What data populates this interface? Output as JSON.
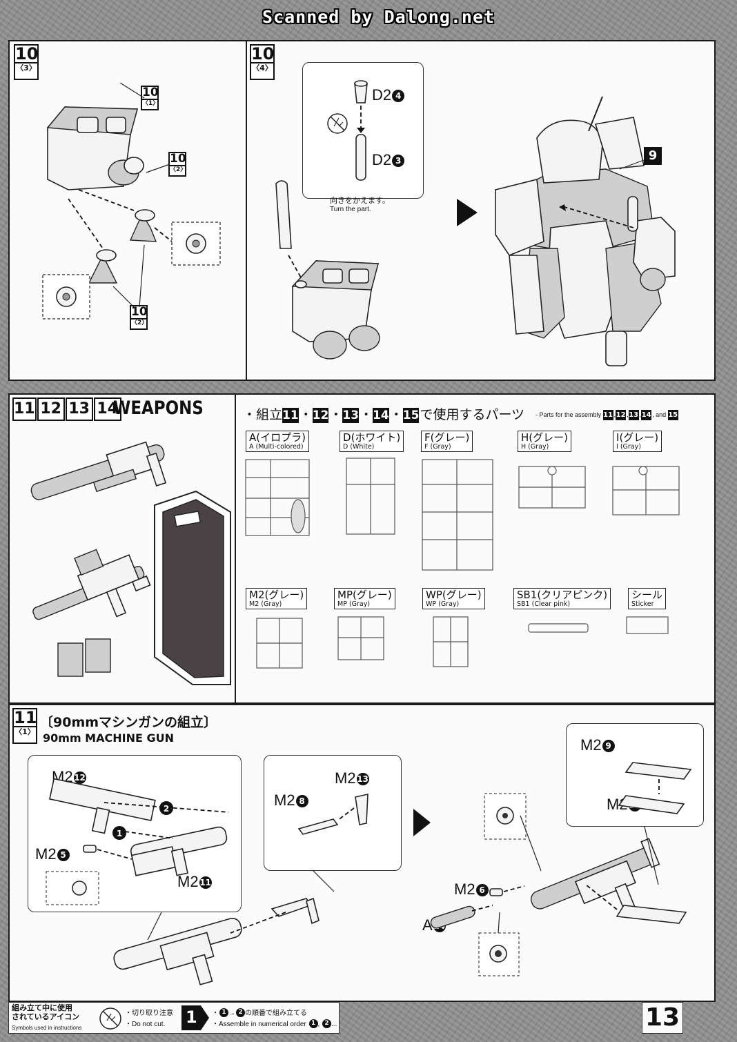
{
  "watermark": "Scanned by Dalong.net",
  "step10_3": {
    "num": "10",
    "sub": "〈3〉",
    "ref_badges": [
      {
        "num": "10",
        "sub": "〈1〉"
      },
      {
        "num": "10",
        "sub": "〈2〉"
      },
      {
        "num": "10",
        "sub": "〈2〉"
      }
    ]
  },
  "step10_4": {
    "num": "10",
    "sub": "〈4〉",
    "labels": {
      "d2_4_part": "D2",
      "d2_4_num": "4",
      "d2_3_part": "D2",
      "d2_3_num": "3"
    },
    "note_jp": "向きをかえます。",
    "note_en": "Turn the part.",
    "ref_badge": "9"
  },
  "weapons": {
    "step_numbers": [
      "11",
      "12",
      "13",
      "14"
    ],
    "title": "WEAPONS"
  },
  "parts_header": {
    "lead": "・組立",
    "steps": [
      "11",
      "12",
      "13",
      "14",
      "15"
    ],
    "dot": "・",
    "tail_jp": "で使用するパーツ",
    "tail_en": "- Parts for the assembly",
    "en_steps": [
      "11",
      "12",
      "13",
      "14"
    ],
    "en_and": "and",
    "en_last": "15"
  },
  "runners": [
    {
      "code": "A",
      "jp": "(イロプラ)",
      "en": "A (Multi-colored)"
    },
    {
      "code": "D",
      "jp": "(ホワイト)",
      "en": "D (White)"
    },
    {
      "code": "F",
      "jp": "(グレー)",
      "en": "F (Gray)"
    },
    {
      "code": "H",
      "jp": "(グレー)",
      "en": "H (Gray)"
    },
    {
      "code": "I",
      "jp": "(グレー)",
      "en": "I (Gray)"
    },
    {
      "code": "M2",
      "jp": "(グレー)",
      "en": "M2 (Gray)"
    },
    {
      "code": "MP",
      "jp": "(グレー)",
      "en": "MP (Gray)"
    },
    {
      "code": "WP",
      "jp": "(グレー)",
      "en": "WP (Gray)"
    },
    {
      "code": "SB1",
      "jp": "(クリアピンク)",
      "en": "SB1 (Clear pink)"
    },
    {
      "code": "シール",
      "jp": "",
      "en": "Sticker"
    }
  ],
  "step11": {
    "num": "11",
    "sub": "〈1〉",
    "title_jp": "〔90mmマシンガンの組立〕",
    "title_en": "90mm MACHINE GUN",
    "callouts": [
      {
        "part": "M2",
        "num": "12"
      },
      {
        "part": "M2",
        "num": "5"
      },
      {
        "part": "M2",
        "num": "11"
      },
      {
        "part": "M2",
        "num": "13"
      },
      {
        "part": "M2",
        "num": "8"
      },
      {
        "part": "M2",
        "num": "9"
      },
      {
        "part": "M2",
        "num": "10"
      },
      {
        "part": "M2",
        "num": "6"
      },
      {
        "part": "A",
        "num": "24"
      }
    ],
    "order_marks": [
      "1",
      "2"
    ]
  },
  "footer": {
    "icons_jp": "組み立て中に使用\nされているアイコン",
    "icons_en": "Symbols used in instructions",
    "cut_jp": "・切り取り注意",
    "cut_en": "・Do not cut.",
    "order_num": "1",
    "order_jp": "・",
    "order_jp_mid": "の順番で組み立てる",
    "order_en": "・Assemble in numerical order",
    "order_tail": "..."
  },
  "page_number": "13"
}
